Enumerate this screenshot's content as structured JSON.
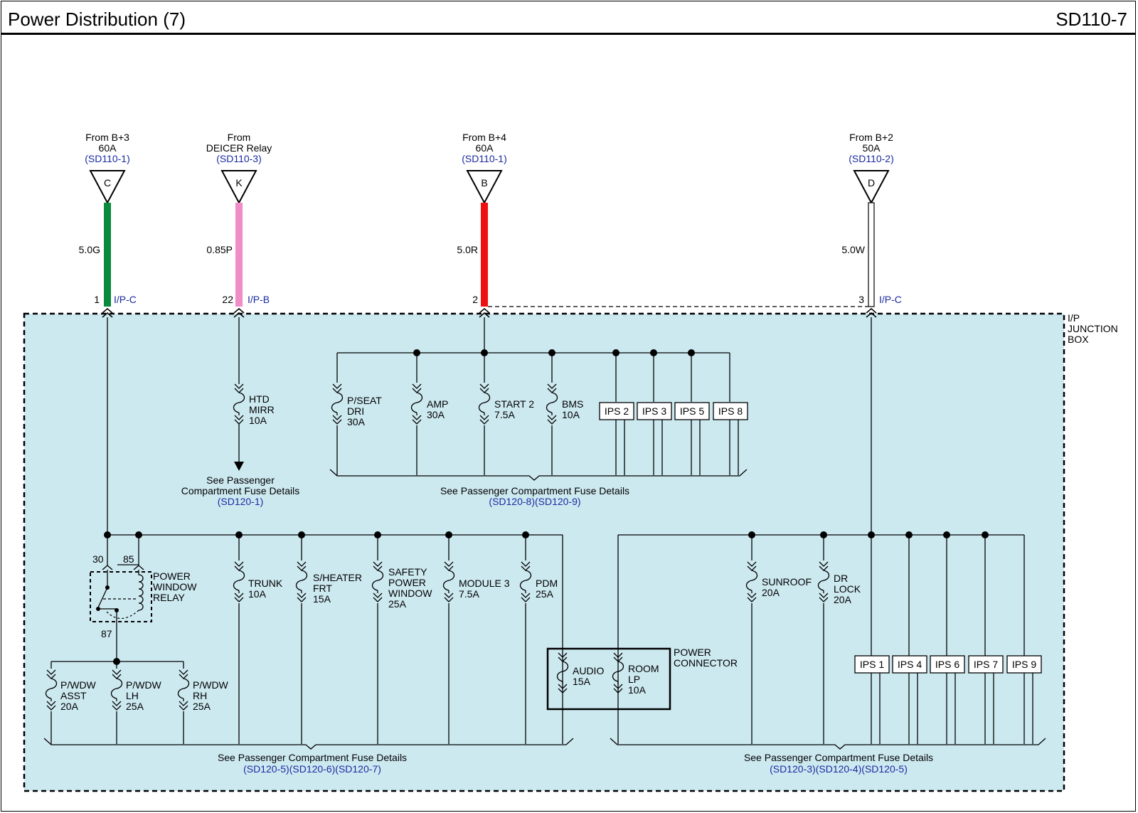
{
  "header": {
    "title": "Power Distribution (7)",
    "page_id": "SD110-7"
  },
  "sources": {
    "c": {
      "from": "From B+3",
      "rating": "60A",
      "ref": "(SD110-1)",
      "connector": "C",
      "wire": "5.0G",
      "pin": "1",
      "port": "I/P-C",
      "color": "#0a8a3c"
    },
    "k": {
      "from": "From",
      "from2": "DEICER Relay",
      "ref": "(SD110-3)",
      "connector": "K",
      "wire": "0.85P",
      "pin": "22",
      "port": "I/P-B",
      "color": "#f08cc8"
    },
    "b": {
      "from": "From B+4",
      "rating": "60A",
      "ref": "(SD110-1)",
      "connector": "B",
      "wire": "5.0R",
      "pin": "2",
      "color": "#ee1010"
    },
    "d": {
      "from": "From B+2",
      "rating": "50A",
      "ref": "(SD110-2)",
      "connector": "D",
      "wire": "5.0W",
      "pin": "3",
      "port": "I/P-C",
      "color": "#ffffff"
    }
  },
  "junction_box": {
    "label1": "I/P",
    "label2": "JUNCTION",
    "label3": "BOX",
    "fill": "#cde9f0"
  },
  "fuses_top": {
    "htd_mirr": [
      "HTD",
      "MIRR",
      "10A"
    ],
    "p_seat": [
      "P/SEAT",
      "DRI",
      "30A"
    ],
    "amp": [
      "AMP",
      "30A"
    ],
    "start2": [
      "START 2",
      "7.5A"
    ],
    "bms": [
      "BMS",
      "10A"
    ]
  },
  "ips_top": [
    "IPS 2",
    "IPS 3",
    "IPS 5",
    "IPS 8"
  ],
  "notes": {
    "see": "See Passenger",
    "compartment": "Compartment Fuse Details",
    "full": "See Passenger Compartment Fuse Details",
    "ref_htd": "(SD120-1)",
    "ref_top": "(SD120-8)(SD120-9)",
    "ref_bl": "(SD120-5)(SD120-6)(SD120-7)",
    "ref_br": "(SD120-3)(SD120-4)(SD120-5)"
  },
  "relay": {
    "pin30": "30",
    "pin85": "85",
    "pin87": "87",
    "name1": "POWER",
    "name2": "WINDOW",
    "name3": "RELAY"
  },
  "fuses_bottom": {
    "trunk": [
      "TRUNK",
      "10A"
    ],
    "sheater": [
      "S/HEATER",
      "FRT",
      "15A"
    ],
    "safety": [
      "SAFETY",
      "POWER",
      "WINDOW",
      "25A"
    ],
    "module3": [
      "MODULE 3",
      "7.5A"
    ],
    "pdm": [
      "PDM",
      "25A"
    ],
    "pwdw_asst": [
      "P/WDW",
      "ASST",
      "20A"
    ],
    "pwdw_lh": [
      "P/WDW",
      "LH",
      "25A"
    ],
    "pwdw_rh": [
      "P/WDW",
      "RH",
      "25A"
    ],
    "audio": [
      "AUDIO",
      "15A"
    ],
    "room": [
      "ROOM",
      "LP",
      "10A"
    ],
    "sunroof": [
      "SUNROOF",
      "20A"
    ],
    "drlock": [
      "DR",
      "LOCK",
      "20A"
    ]
  },
  "power_connector": {
    "line1": "POWER",
    "line2": "CONNECTOR"
  },
  "ips_bottom": [
    "IPS 1",
    "IPS 4",
    "IPS 6",
    "IPS 7",
    "IPS 9"
  ]
}
